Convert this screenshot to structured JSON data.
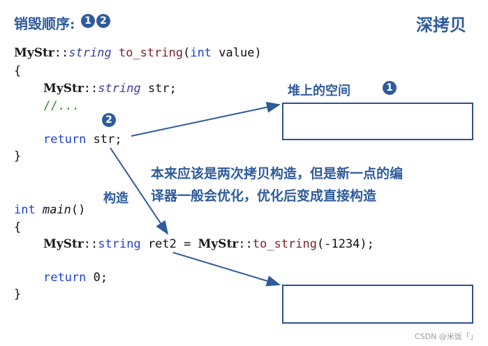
{
  "header": {
    "title_prefix": "销毁顺序:",
    "badge1": "1",
    "badge2": "2",
    "topic": "深拷贝"
  },
  "code": {
    "fn_class": "MyStr",
    "fn_sep": "::",
    "fn_type": "string",
    "fn_name": "to_string",
    "fn_params_open": "(",
    "fn_param_type": "int",
    "fn_param_name": " value)",
    "brace_open": "{",
    "local_class": "MyStr",
    "local_sep": "::",
    "local_type": "string",
    "local_var": " str;",
    "comment": "//...",
    "ret_kw": "return",
    "ret_val": " str;",
    "brace_close": "}",
    "main_type": "int",
    "main_name": "main",
    "main_parens": "()",
    "main_brace_open": "{",
    "decl_class": "MyStr",
    "decl_sep": "::",
    "decl_type": "string",
    "decl_var": " ret2 = ",
    "call_class": "MyStr",
    "call_sep": "::",
    "call_fn": "to_string",
    "call_args": "(-1234);",
    "ret0_kw": "return",
    "ret0_val": " 0;",
    "main_brace_close": "}"
  },
  "annotations": {
    "heap_space": "堆上的空间",
    "heap_badge": "1",
    "ret_badge": "2",
    "explain_line1": "本来应该是两次拷贝构造，但是新一点的编",
    "explain_line2": "译器一般会优化，优化后变成直接构造",
    "construct": "构造"
  },
  "watermark": "CSDN @米饭「」",
  "colors": {
    "accent_blue": "#2e5b9a",
    "keyword_blue": "#1f3fd1",
    "function_red": "#7a1f2a",
    "box_border": "#2f4f8f"
  }
}
